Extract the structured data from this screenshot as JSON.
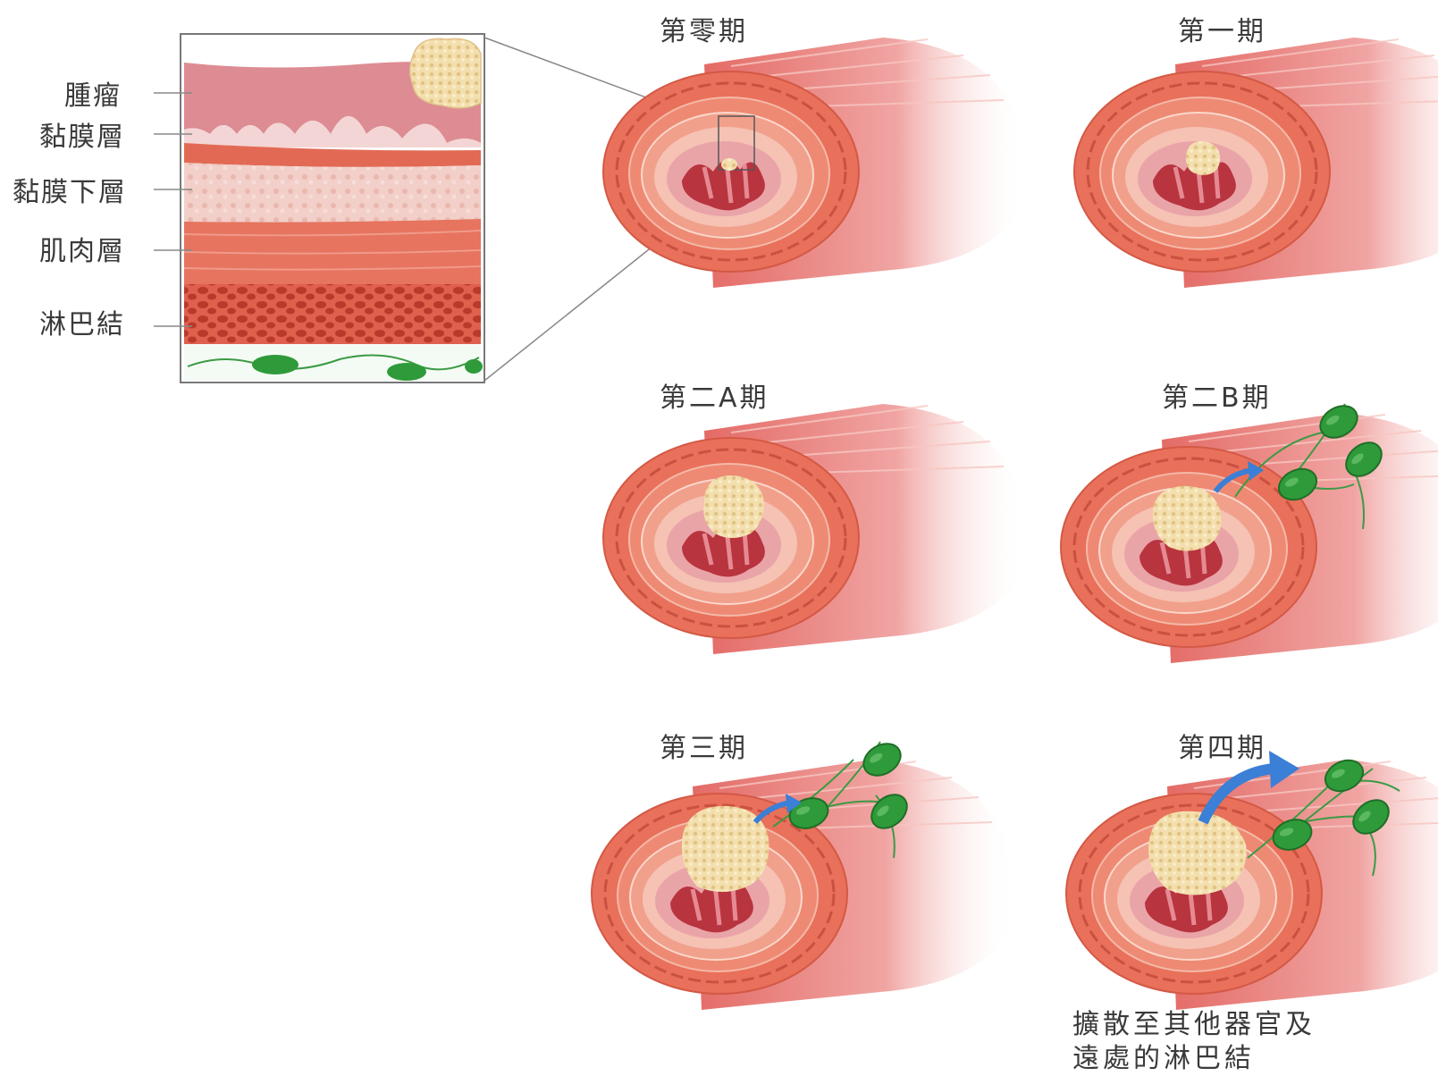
{
  "layer_labels": [
    {
      "text": "腫瘤"
    },
    {
      "text": "黏膜層"
    },
    {
      "text": "黏膜下層"
    },
    {
      "text": "肌肉層"
    },
    {
      "text": "淋巴結"
    }
  ],
  "stages": [
    {
      "title": "第零期"
    },
    {
      "title": "第一期"
    },
    {
      "title": "第二A期"
    },
    {
      "title": "第二B期"
    },
    {
      "title": "第三期"
    },
    {
      "title": "第四期"
    }
  ],
  "stage4_note": {
    "line1": "擴散至其他器官及",
    "line2": "遠處的淋巴結"
  },
  "colors": {
    "tissue_red": "#e8705a",
    "mucosa_pink": "#e7a3a6",
    "tumor_yellow": "#f2dcaa",
    "lymph_green": "#2f9a3a",
    "arrow_blue": "#3b7fd6"
  }
}
